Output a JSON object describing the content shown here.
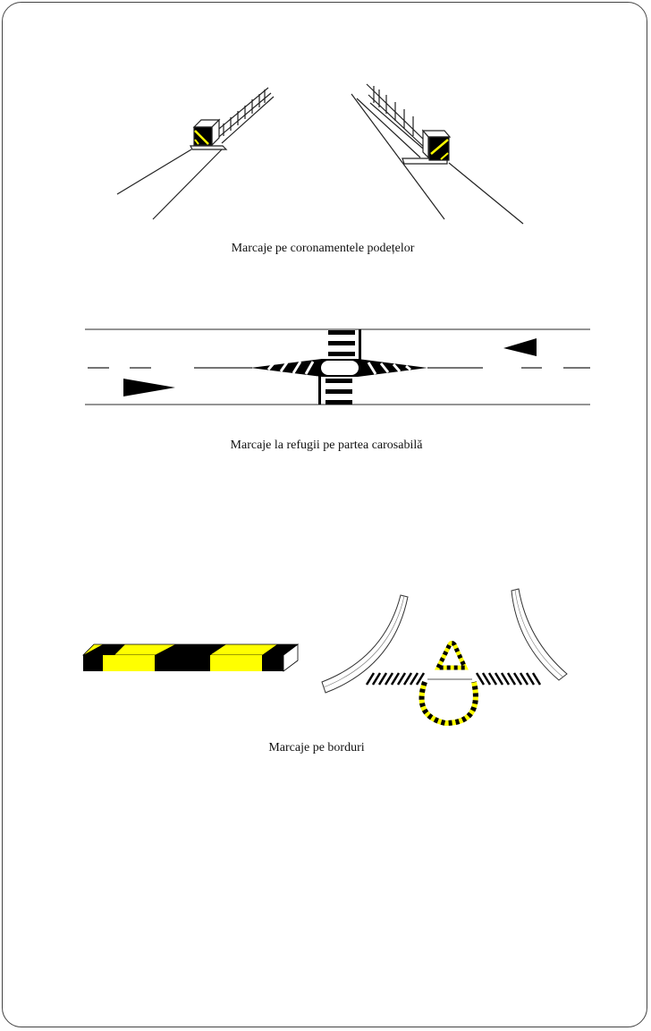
{
  "figures": [
    {
      "caption": "Marcaje pe coronamentele podețelor"
    },
    {
      "caption": "Marcaje la refugii pe partea carosabilă"
    },
    {
      "caption": "Marcaje pe borduri"
    }
  ],
  "colors": {
    "yellow": "#ffff00",
    "black": "#000000",
    "line": "#333333"
  }
}
